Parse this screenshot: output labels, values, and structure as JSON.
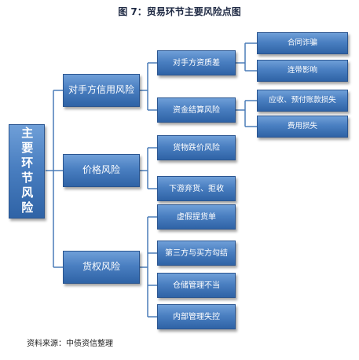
{
  "title": "图 7：贸易环节主要风险点图",
  "source": "资料来源：中债资信整理",
  "root": "主要环节风险",
  "categories": [
    {
      "label": "对手方信用风险",
      "children": [
        {
          "label": "对手方资质差",
          "children": [
            "合同诈骗",
            "连带影响"
          ]
        },
        {
          "label": "资金结算风险",
          "children": [
            "应收、预付账款损失",
            "费用损失"
          ]
        }
      ]
    },
    {
      "label": "价格风险",
      "children": [
        {
          "label": "货物跌价风险"
        },
        {
          "label": "下游弃货、拒收"
        }
      ]
    },
    {
      "label": "货权风险",
      "children": [
        {
          "label": "虚假提货单"
        },
        {
          "label": "第三方与买方勾结"
        },
        {
          "label": "仓储管理不当"
        },
        {
          "label": "内部管理失控"
        }
      ]
    }
  ]
}
